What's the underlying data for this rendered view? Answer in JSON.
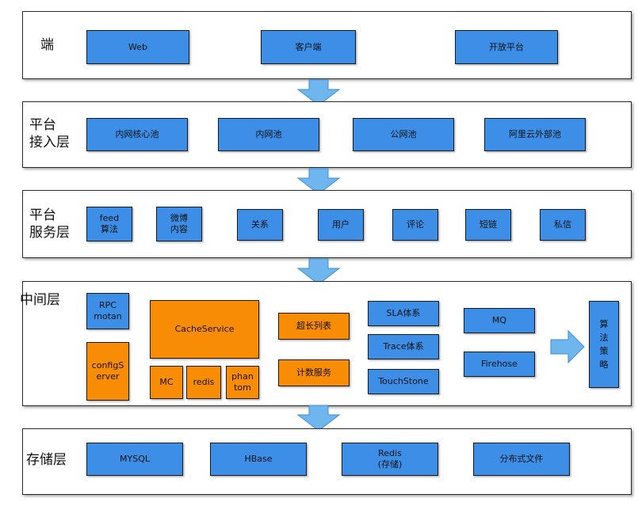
{
  "colors": {
    "box_blue": "#3d8ee6",
    "box_orange": "#f98c05",
    "arrow_fill": "#6fb6ee",
    "arrow_stroke": "#3f8fd6"
  },
  "layers": {
    "client": {
      "label": "端",
      "boxes": [
        "Web",
        "客户端",
        "开放平台"
      ]
    },
    "access": {
      "label": "平台\n接入层",
      "boxes": [
        "内网核心池",
        "内网池",
        "公网池",
        "阿里云外部池"
      ]
    },
    "service": {
      "label": "平台\n服务层",
      "boxes": [
        "feed\n算法",
        "微博\n内容",
        "关系",
        "用户",
        "评论",
        "短链",
        "私信"
      ]
    },
    "middle": {
      "label": "中间层",
      "rpc": "RPC\nmotan",
      "config": "configS\nerver",
      "cache": "CacheService",
      "mc": "MC",
      "redis": "redis",
      "phantom": "phan\ntom",
      "long_list": "超长列表",
      "counter": "计数服务",
      "sla": "SLA体系",
      "trace": "Trace体系",
      "touchstone": "TouchStone",
      "mq": "MQ",
      "firehose": "Firehose",
      "algorithm": "算\n法\n策\n略"
    },
    "storage": {
      "label": "存储层",
      "boxes": [
        "MYSQL",
        "HBase",
        "Redis\n(存储)",
        "分布式文件"
      ]
    }
  }
}
